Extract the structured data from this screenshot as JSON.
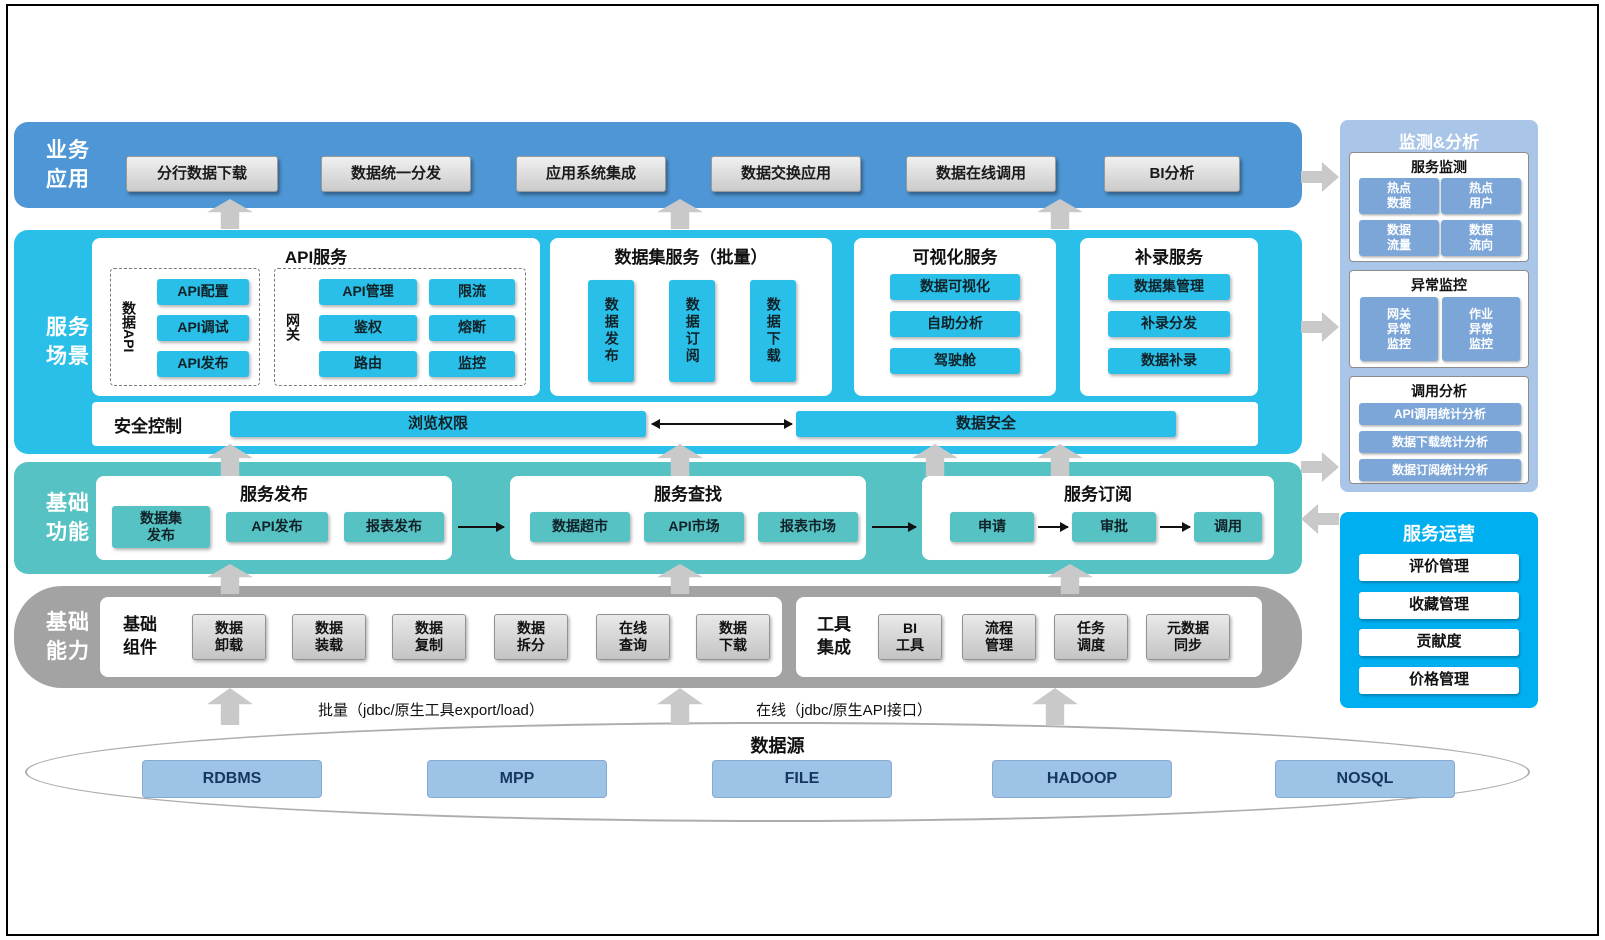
{
  "colors": {
    "business": "#4e96d5",
    "scenario": "#29bfe8",
    "foundation": "#56c2c4",
    "capability": "#a3a3a3",
    "cyan_btn": "#29bfe8",
    "teal_btn": "#56c2c4",
    "ds_btn": "#9dc3e6",
    "monitor_panel": "#a9c6e8",
    "monitor_btn": "#7ca6d8",
    "operation_panel": "#00aff0",
    "arrow_gray": "#c9c9c9"
  },
  "layers": {
    "business": {
      "label": "业务\n应用",
      "items": [
        "分行数据下载",
        "数据统一分发",
        "应用系统集成",
        "数据交换应用",
        "数据在线调用",
        "BI分析"
      ]
    },
    "scenario": {
      "label": "服务\n场景",
      "api": {
        "title": "API服务",
        "data_api_label": "数据API",
        "data_api_items": [
          "API配置",
          "API调试",
          "API发布"
        ],
        "gateway_label": "网关",
        "gateway_items": [
          "API管理",
          "限流",
          "鉴权",
          "熔断",
          "路由",
          "监控"
        ]
      },
      "dataset": {
        "title": "数据集服务（批量）",
        "items": [
          "数据发布",
          "数据订阅",
          "数据下载"
        ]
      },
      "visual": {
        "title": "可视化服务",
        "items": [
          "数据可视化",
          "自助分析",
          "驾驶舱"
        ]
      },
      "supplement": {
        "title": "补录服务",
        "items": [
          "数据集管理",
          "补录分发",
          "数据补录"
        ]
      },
      "security": {
        "label": "安全控制",
        "left": "浏览权限",
        "right": "数据安全"
      }
    },
    "foundation": {
      "label": "基础\n功能",
      "publish": {
        "title": "服务发布",
        "items": [
          "数据集\n发布",
          "API发布",
          "报表发布"
        ]
      },
      "search": {
        "title": "服务查找",
        "items": [
          "数据超市",
          "API市场",
          "报表市场"
        ]
      },
      "subscribe": {
        "title": "服务订阅",
        "items": [
          "申请",
          "审批",
          "调用"
        ]
      }
    },
    "capability": {
      "label": "基础\n能力",
      "components": {
        "label": "基础\n组件",
        "items": [
          "数据\n卸载",
          "数据\n装载",
          "数据\n复制",
          "数据\n拆分",
          "在线\n查询",
          "数据\n下载"
        ]
      },
      "tools": {
        "label": "工具\n集成",
        "items": [
          "BI\n工具",
          "流程\n管理",
          "任务\n调度",
          "元数据\n同步"
        ]
      }
    },
    "datasource": {
      "title": "数据源",
      "batch_label": "批量（jdbc/原生工具export/load）",
      "online_label": "在线（jdbc/原生API接口）",
      "items": [
        "RDBMS",
        "MPP",
        "FILE",
        "HADOOP",
        "NOSQL"
      ]
    }
  },
  "right": {
    "monitor": {
      "title": "监测&分析",
      "service_monitor": {
        "title": "服务监测",
        "items": [
          "热点\n数据",
          "热点\n用户",
          "数据\n流量",
          "数据\n流向"
        ]
      },
      "exception": {
        "title": "异常监控",
        "items": [
          "网关\n异常\n监控",
          "作业\n异常\n监控"
        ]
      },
      "analysis": {
        "title": "调用分析",
        "items": [
          "API调用统计分析",
          "数据下载统计分析",
          "数据订阅统计分析"
        ]
      }
    },
    "operation": {
      "title": "服务运营",
      "items": [
        "评价管理",
        "收藏管理",
        "贡献度",
        "价格管理"
      ]
    }
  }
}
